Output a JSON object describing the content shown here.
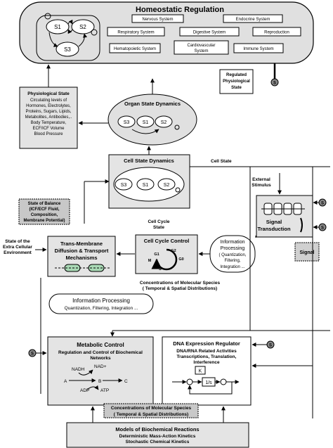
{
  "homeostatic": {
    "title": "Homeostatic Regulation",
    "systems": {
      "nervous": "Nervous System",
      "endocrine": "Endocrine System",
      "respiratory": "Respiratory System",
      "digestive": "Digestive System",
      "reproduction": "Reproduction",
      "hematopoietic": "Hematopoietic System",
      "cardiovascular_1": "Cardiovascular",
      "cardiovascular_2": "System",
      "immune": "Immune System"
    },
    "states": [
      "S1",
      "S2",
      "S3"
    ]
  },
  "regulated_state": [
    "Regulated",
    "Physiological",
    "State"
  ],
  "signal_symbol": "S",
  "physiological_state": {
    "title": "Physiological State",
    "lines": [
      "Circulating levels of",
      "Hormones, Electrolytes,",
      "Proteins, Sugars, Lipids,",
      "Metabolites, Antibodies,..",
      "Body Temperature,",
      "ECF/ICF Volume",
      "Blood Pressure"
    ]
  },
  "organ_state": {
    "title": "Organ State Dynamics",
    "states": [
      "S3",
      "S1",
      "S2"
    ]
  },
  "cell_state_dynamics": {
    "title": "Cell State Dynamics",
    "states": [
      "S3",
      "S1",
      "S2"
    ]
  },
  "cell_state_label": "Cell State",
  "external_stimulus": [
    "External",
    "Stimulus"
  ],
  "signal_transduction": [
    "Signal",
    "Transduction"
  ],
  "state_of_balance": [
    "State of Balance",
    "(ICF/ECF Fluid,",
    "Composition,",
    "Membrane Potential)"
  ],
  "cell_cycle_state": [
    "Cell Cycle",
    "State"
  ],
  "extracellular": [
    "State of the",
    "Extra Cellular",
    "Environment"
  ],
  "trans_membrane": [
    "Trans-Membrane",
    "Diffusion & Transport",
    "Mechanisms"
  ],
  "cell_cycle_control": {
    "title": "Cell Cycle Control",
    "phases": {
      "g1": "G1",
      "g2": "G2",
      "m": "M",
      "s": "S",
      "g0": "G0"
    }
  },
  "info_processing_right": [
    "Information",
    "Processing",
    "( Quantization,",
    "Filtering,",
    "Integration ..."
  ],
  "signal_label": "Signal",
  "concentrations_1": [
    "Concentrations of Molecular Species",
    "( Temporal  & Spatial Distributions)"
  ],
  "info_processing_bar": [
    "Information Processing",
    "Quantization, Filtering, Integration ..."
  ],
  "metabolic": {
    "title": "Metabolic Control",
    "subtitle": [
      "Regulation and Control of Biochemical",
      "Networks"
    ],
    "nadh": "NADH",
    "nad": "NAD+",
    "a": "A",
    "b": "B",
    "c": "C",
    "adp": "ADP",
    "atp": "ATP"
  },
  "dna": {
    "title": "DNA Expression Regulator",
    "lines": [
      "DNA/RNA Related Activities",
      "Transcriptions, Translation,",
      "Interference"
    ],
    "k": "K",
    "integrator": "1/s"
  },
  "concentrations_2": [
    "Concentrations of Molecular Species",
    "( Temporal  & Spatial Distributions)"
  ],
  "models": {
    "title": "Models of Biochemical Reactions",
    "lines": [
      "Deterministic Mass-Action Kinetics",
      "Stochastic Chemical Kinetics"
    ]
  }
}
